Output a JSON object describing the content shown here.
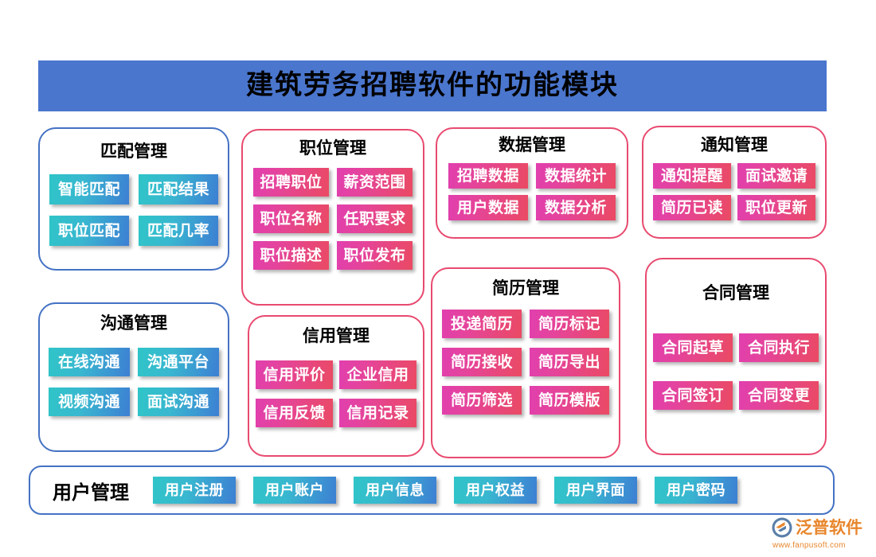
{
  "header": {
    "title": "建筑劳务招聘软件的功能模块",
    "banner_color": "#4A76CE"
  },
  "colors": {
    "blue_border": "#4472C4",
    "pink_border": "#E84A6F",
    "teal_chip_start": "#2FC5C8",
    "teal_chip_end": "#3D7FD3",
    "magenta_chip_start": "#E13FAE",
    "magenta_chip_end": "#EA4A63"
  },
  "panels": [
    {
      "id": "match-management",
      "title": "匹配管理",
      "border": "blue",
      "chip_style": "teal",
      "items": [
        "智能匹配",
        "匹配结果",
        "职位匹配",
        "匹配几率"
      ]
    },
    {
      "id": "position-management",
      "title": "职位管理",
      "border": "pink",
      "chip_style": "magenta",
      "items": [
        "招聘职位",
        "薪资范围",
        "职位名称",
        "任职要求",
        "职位描述",
        "职位发布"
      ]
    },
    {
      "id": "data-management",
      "title": "数据管理",
      "border": "pink",
      "chip_style": "magenta",
      "items": [
        "招聘数据",
        "数据统计",
        "用户数据",
        "数据分析"
      ]
    },
    {
      "id": "notification-management",
      "title": "通知管理",
      "border": "pink",
      "chip_style": "magenta",
      "items": [
        "通知提醒",
        "面试邀请",
        "简历已读",
        "职位更新"
      ]
    },
    {
      "id": "communication-management",
      "title": "沟通管理",
      "border": "blue",
      "chip_style": "teal",
      "items": [
        "在线沟通",
        "沟通平台",
        "视频沟通",
        "面试沟通"
      ]
    },
    {
      "id": "credit-management",
      "title": "信用管理",
      "border": "pink",
      "chip_style": "magenta",
      "items": [
        "信用评价",
        "企业信用",
        "信用反馈",
        "信用记录"
      ]
    },
    {
      "id": "resume-management",
      "title": "简历管理",
      "border": "pink",
      "chip_style": "magenta",
      "items": [
        "投递简历",
        "简历标记",
        "简历接收",
        "简历导出",
        "简历筛选",
        "简历模版"
      ]
    },
    {
      "id": "contract-management",
      "title": "合同管理",
      "border": "pink",
      "chip_style": "magenta",
      "items": [
        "合同起草",
        "合同执行",
        "合同签订",
        "合同变更"
      ]
    }
  ],
  "user_bar": {
    "title": "用户管理",
    "border": "blue",
    "chip_style": "teal",
    "items": [
      "用户注册",
      "用户账户",
      "用户信息",
      "用户权益",
      "用户界面",
      "用户密码"
    ]
  },
  "logo": {
    "name": "泛普软件",
    "url": "www.fanpusoft.com",
    "color": "#E8862C"
  }
}
